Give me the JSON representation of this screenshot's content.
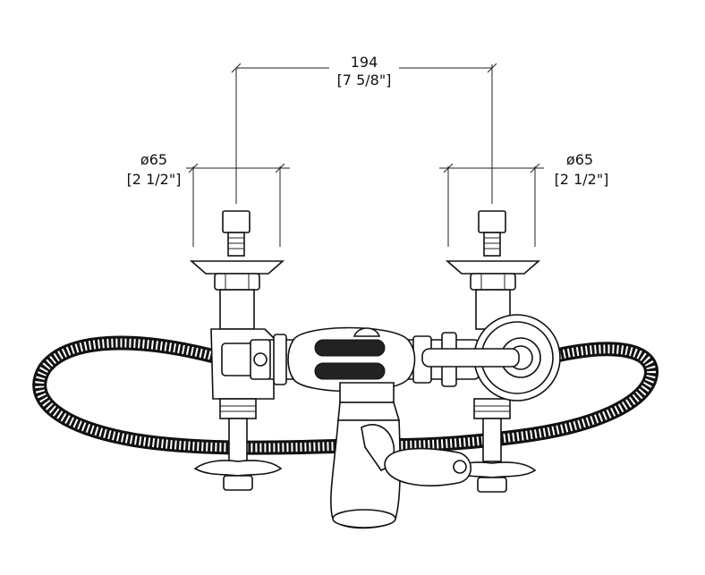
{
  "dimensions": {
    "center_spacing": {
      "mm": "194",
      "inch": "[7 5/8\"]"
    },
    "left_flange": {
      "mm": "ø65",
      "inch": "[2 1/2\"]"
    },
    "right_flange": {
      "mm": "ø65",
      "inch": "[2 1/2\"]"
    }
  },
  "colors": {
    "line": "#111111",
    "background": "#ffffff"
  }
}
